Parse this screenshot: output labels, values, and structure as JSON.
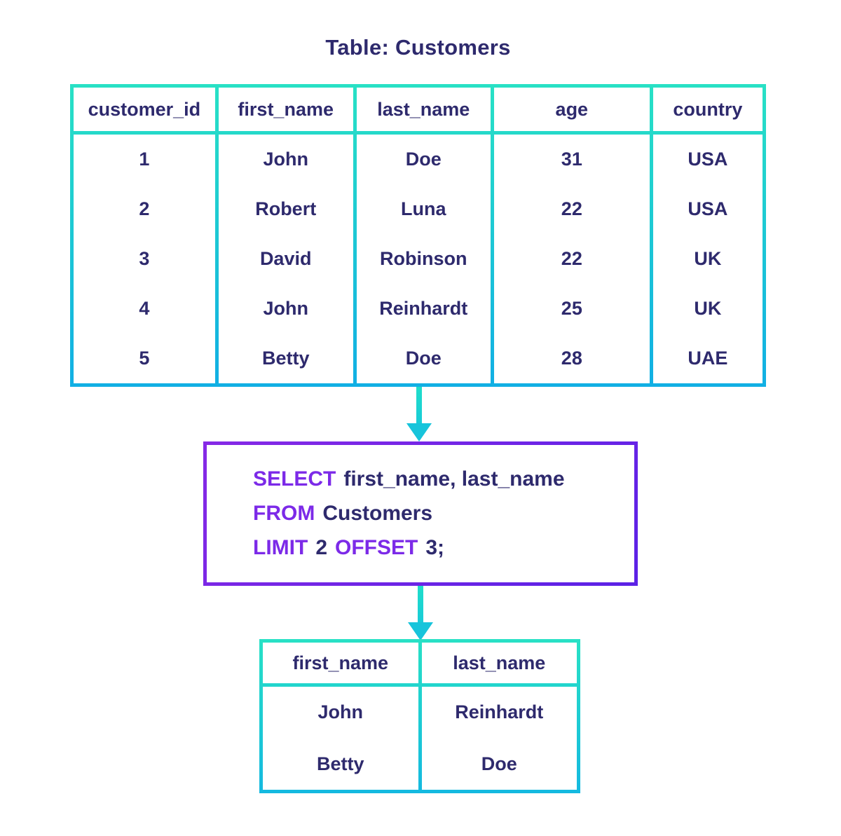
{
  "title": "Table: Customers",
  "colors": {
    "text_navy": "#2E2A6D",
    "border_teal": "#28E1C5",
    "border_cyan": "#11AFE4",
    "query_border_purple": "#7C2AE8",
    "keyword_purple": "#7C2AE8"
  },
  "customers_table": {
    "columns": [
      "customer_id",
      "first_name",
      "last_name",
      "age",
      "country"
    ],
    "rows": [
      [
        "1",
        "John",
        "Doe",
        "31",
        "USA"
      ],
      [
        "2",
        "Robert",
        "Luna",
        "22",
        "USA"
      ],
      [
        "3",
        "David",
        "Robinson",
        "22",
        "UK"
      ],
      [
        "4",
        "John",
        "Reinhardt",
        "25",
        "UK"
      ],
      [
        "5",
        "Betty",
        "Doe",
        "28",
        "UAE"
      ]
    ]
  },
  "query": {
    "select_keyword": "SELECT",
    "select_columns": "first_name, last_name",
    "from_keyword": "FROM",
    "from_table": "Customers",
    "limit_keyword": "LIMIT",
    "limit_value": "2",
    "offset_keyword": "OFFSET",
    "offset_value": "3;"
  },
  "result_table": {
    "columns": [
      "first_name",
      "last_name"
    ],
    "rows": [
      [
        "John",
        "Reinhardt"
      ],
      [
        "Betty",
        "Doe"
      ]
    ]
  }
}
